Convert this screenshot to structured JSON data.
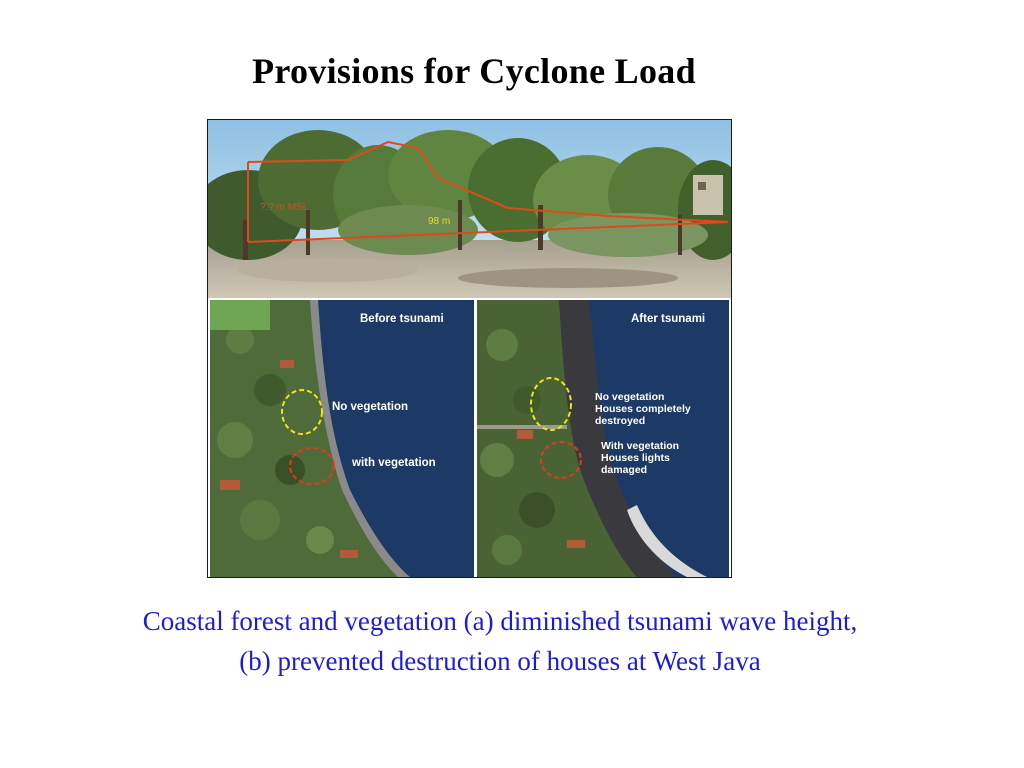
{
  "slide": {
    "title": "Provisions for Cyclone Load",
    "caption_line1": "Coastal forest and vegetation (a) diminished tsunami wave height,",
    "caption_line2": "(b) prevented destruction of  houses at West Java"
  },
  "photo": {
    "height_label": "?.? m MSL",
    "distance_label": "98 m"
  },
  "satellite_before": {
    "title": "Before tsunami",
    "no_vegetation": "No vegetation",
    "with_vegetation": "with vegetation"
  },
  "satellite_after": {
    "title": "After tsunami",
    "no_vegetation_line1": "No vegetation",
    "no_vegetation_line2": "Houses completely",
    "no_vegetation_line3": "destroyed",
    "with_vegetation_line1": "With vegetation",
    "with_vegetation_line2": "Houses lights",
    "with_vegetation_line3": "damaged"
  },
  "colors": {
    "caption": "#1c1cd6",
    "annotation_line": "#e04a1a",
    "yellow_circle": "#f2e21a",
    "red_circle": "#e23a1e",
    "sea": "#1d3a66"
  }
}
